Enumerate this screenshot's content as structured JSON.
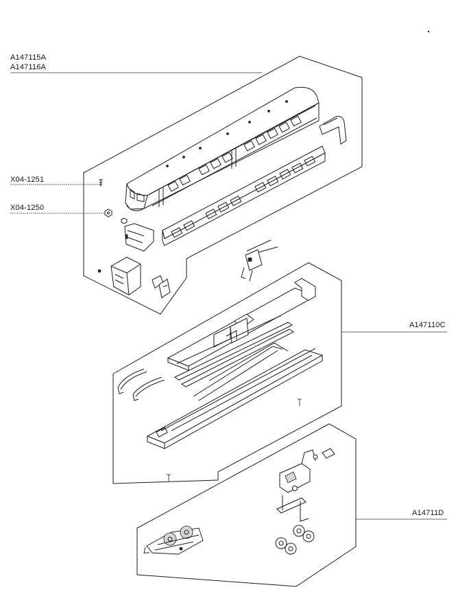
{
  "diagram": {
    "parts": [
      {
        "id": "body-group",
        "codes": [
          "A147115A",
          "A147116A"
        ]
      },
      {
        "id": "screw-part",
        "codes": [
          "X04-1251"
        ]
      },
      {
        "id": "nut-part",
        "codes": [
          "X04-1250"
        ]
      },
      {
        "id": "chassis-group",
        "codes": [
          "A147110C"
        ]
      },
      {
        "id": "bogie-group",
        "codes": [
          "A14711D"
        ]
      }
    ]
  }
}
